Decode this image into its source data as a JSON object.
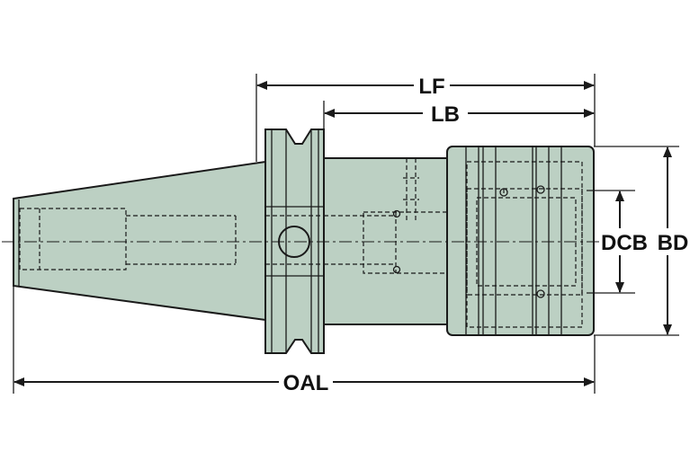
{
  "diagram": {
    "colors": {
      "body": "#bcd0c3",
      "line": "#1a1a1a",
      "background": "#ffffff"
    },
    "dimensions": {
      "lf": "LF",
      "lb": "LB",
      "oal": "OAL",
      "dcb": "DCB",
      "bd": "BD"
    }
  }
}
